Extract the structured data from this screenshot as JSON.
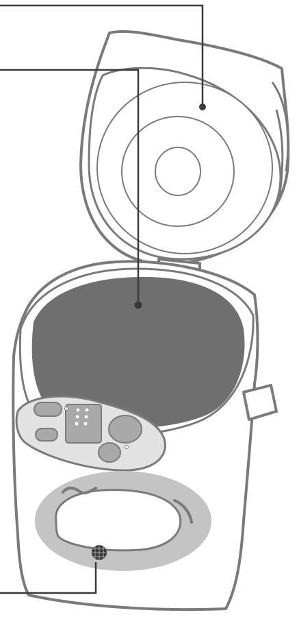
{
  "diagram": {
    "subject": "electric-water-pot-open-lid",
    "colors": {
      "outline": "#7a7a7a",
      "leader": "#3a3a3a",
      "inner_container": "#6f6f6f",
      "base_plate": "#c4c4c4",
      "panel_fill": "#e2e2e2",
      "button_fill": "#a9a9a9",
      "background": "#ffffff"
    },
    "callouts": [
      {
        "name": "lid-inner-surface",
        "marker": "dot"
      },
      {
        "name": "inner-container",
        "marker": "dot"
      },
      {
        "name": "bottom-sensor",
        "marker": "mesh-dot"
      }
    ]
  }
}
